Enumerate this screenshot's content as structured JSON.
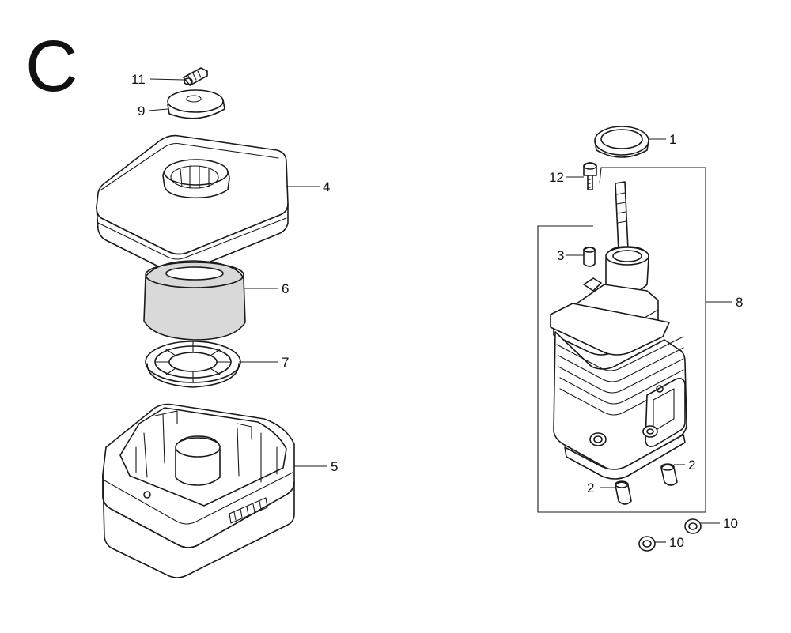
{
  "diagram": {
    "section_letter": "C",
    "callouts": [
      {
        "id": "c11",
        "label": "11"
      },
      {
        "id": "c9",
        "label": "9"
      },
      {
        "id": "c4",
        "label": "4"
      },
      {
        "id": "c6",
        "label": "6"
      },
      {
        "id": "c7",
        "label": "7"
      },
      {
        "id": "c5",
        "label": "5"
      },
      {
        "id": "c1",
        "label": "1"
      },
      {
        "id": "c12",
        "label": "12"
      },
      {
        "id": "c3",
        "label": "3"
      },
      {
        "id": "c8",
        "label": "8"
      },
      {
        "id": "c2a",
        "label": "2"
      },
      {
        "id": "c2b",
        "label": "2"
      },
      {
        "id": "c10a",
        "label": "10"
      },
      {
        "id": "c10b",
        "label": "10"
      }
    ]
  }
}
